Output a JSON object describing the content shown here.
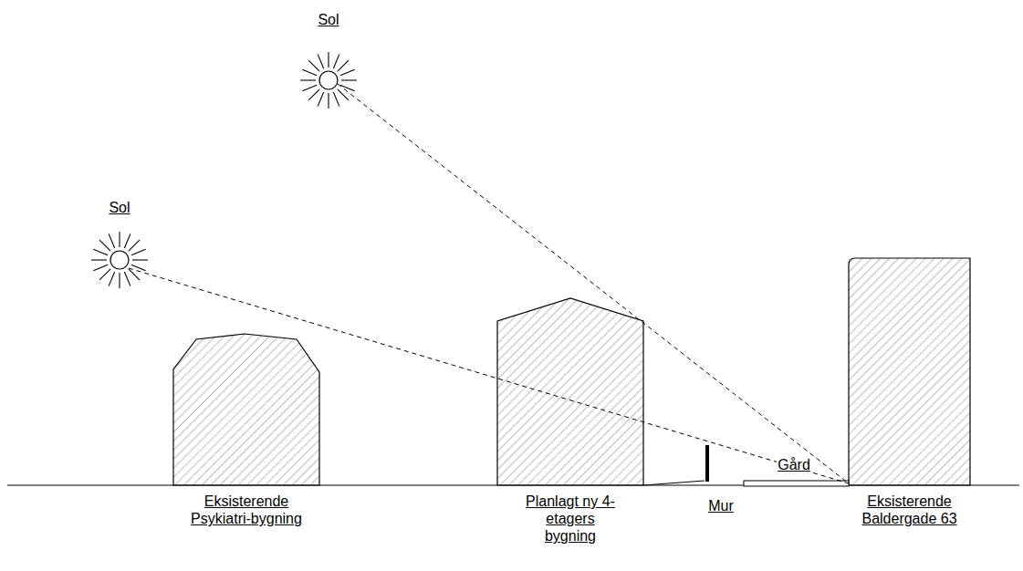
{
  "diagram": {
    "nodes": [
      {
        "text": [
          "Sol"
        ]
      },
      {
        "text": [
          "Sol"
        ]
      },
      {
        "text": [
          "Eksisterende Psykiatri-bygning"
        ]
      },
      {
        "text": [
          "Planlagt ny 4-etagers bygning"
        ]
      },
      {
        "text": [
          "Eksisterende Baldergade 63"
        ]
      }
    ],
    "labels": [
      "Mur",
      "Gård"
    ]
  }
}
